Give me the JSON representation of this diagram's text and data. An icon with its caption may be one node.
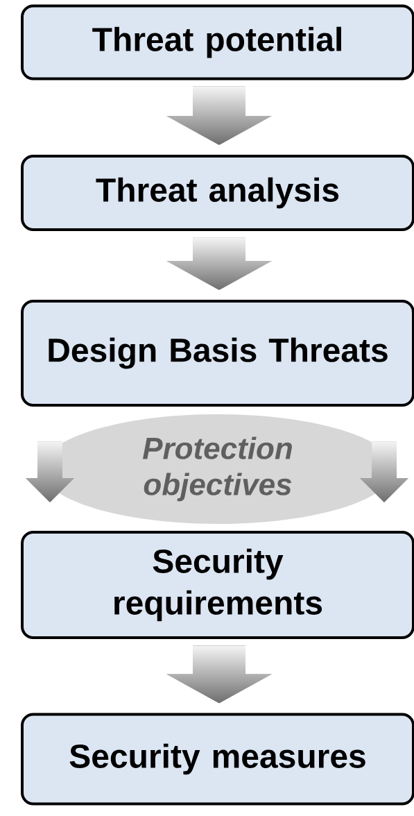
{
  "diagram": {
    "nodes": [
      {
        "text": [
          "Threat potential"
        ]
      },
      {
        "text": [
          "Threat analysis"
        ]
      },
      {
        "text": [
          "Design Basis Threats"
        ]
      },
      {
        "text": [
          "Protection objectives"
        ]
      },
      {
        "text": [
          "Security requirements"
        ]
      },
      {
        "text": [
          "Security measures"
        ]
      }
    ],
    "edges": [
      {
        "from": 0,
        "to": 1,
        "arrow": "to"
      },
      {
        "from": 1,
        "to": 2,
        "arrow": "to"
      },
      {
        "from": 2,
        "to": 4,
        "arrow": "to"
      },
      {
        "from": 2,
        "to": 4,
        "arrow": "to"
      },
      {
        "from": 4,
        "to": 5,
        "arrow": "to"
      }
    ]
  }
}
